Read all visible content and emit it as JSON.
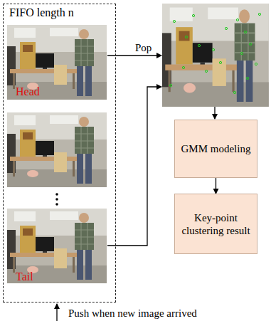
{
  "diagram": {
    "nodes": [
      {
        "text": [
          "FIFO length n"
        ]
      },
      {
        "text": [
          "Head"
        ],
        "in": 0
      },
      {
        "text": [
          "Tail"
        ],
        "in": 0
      },
      {
        "text": [
          "GMM modeling"
        ]
      },
      {
        "text": [
          "Key-point clustering result"
        ]
      }
    ],
    "edges": [
      {
        "from": 3,
        "to": 4,
        "arrow": "to"
      }
    ],
    "labels": [
      "Pop",
      "Push when new image arrived"
    ]
  }
}
